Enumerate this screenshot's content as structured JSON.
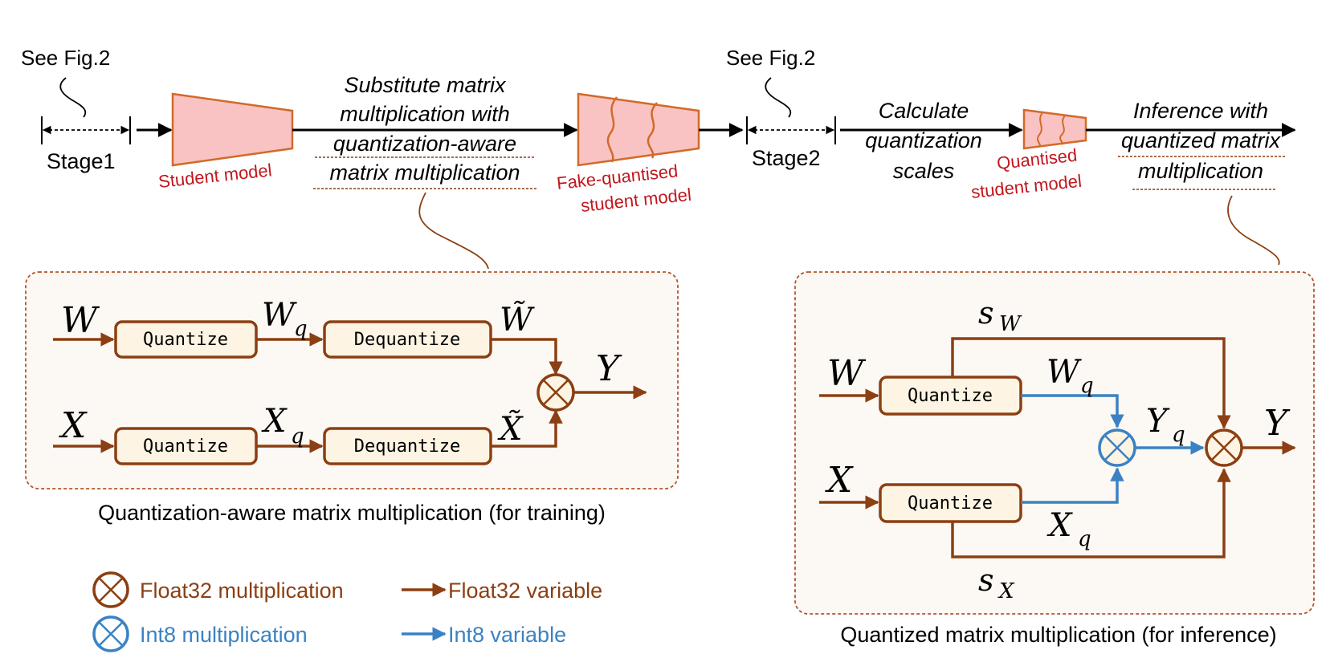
{
  "colors": {
    "brown": "#8b3f12",
    "blue": "#3a82c4",
    "red_label": "#c0181e",
    "model_fill": "#f9c3c3",
    "model_stroke": "#d26a28",
    "box_fill": "#fdf4e3",
    "panel_fill": "#fcf8f3",
    "panel_stroke": "#b5542a"
  },
  "pipeline": {
    "see_fig_1": "See Fig.2",
    "see_fig_2": "See Fig.2",
    "stage1": "Stage1",
    "stage2": "Stage2",
    "student_model": "Student model",
    "substitute_lines": [
      "Substitute matrix",
      "multiplication with",
      "quantization-aware",
      "matrix multiplication"
    ],
    "fake_quantised_lines": [
      "Fake-quantised",
      "student model"
    ],
    "calculate_lines": [
      "Calculate",
      "quantization",
      "scales"
    ],
    "quantised_student_lines": [
      "Quantised",
      "student model"
    ],
    "inference_lines": [
      "Inference with",
      "quantized matrix",
      "multiplication"
    ]
  },
  "training_panel": {
    "caption": "Quantization-aware matrix multiplication (for training)",
    "W": "W",
    "X": "X",
    "Y": "Y",
    "q": "q",
    "quantize": "Quantize",
    "dequantize": "Dequantize",
    "tilde_W": "W̃",
    "tilde_X": "X̃"
  },
  "inference_panel": {
    "caption": "Quantized matrix multiplication (for inference)",
    "W": "W",
    "X": "X",
    "Y": "Y",
    "Yq_base": "Y",
    "q": "q",
    "s": "s",
    "sub_W": "W",
    "sub_X": "X",
    "quantize": "Quantize"
  },
  "legend": {
    "float_mult": "Float32 multiplication",
    "int_mult": "Int8 multiplication",
    "float_var": "Float32 variable",
    "int_var": "Int8 variable"
  }
}
